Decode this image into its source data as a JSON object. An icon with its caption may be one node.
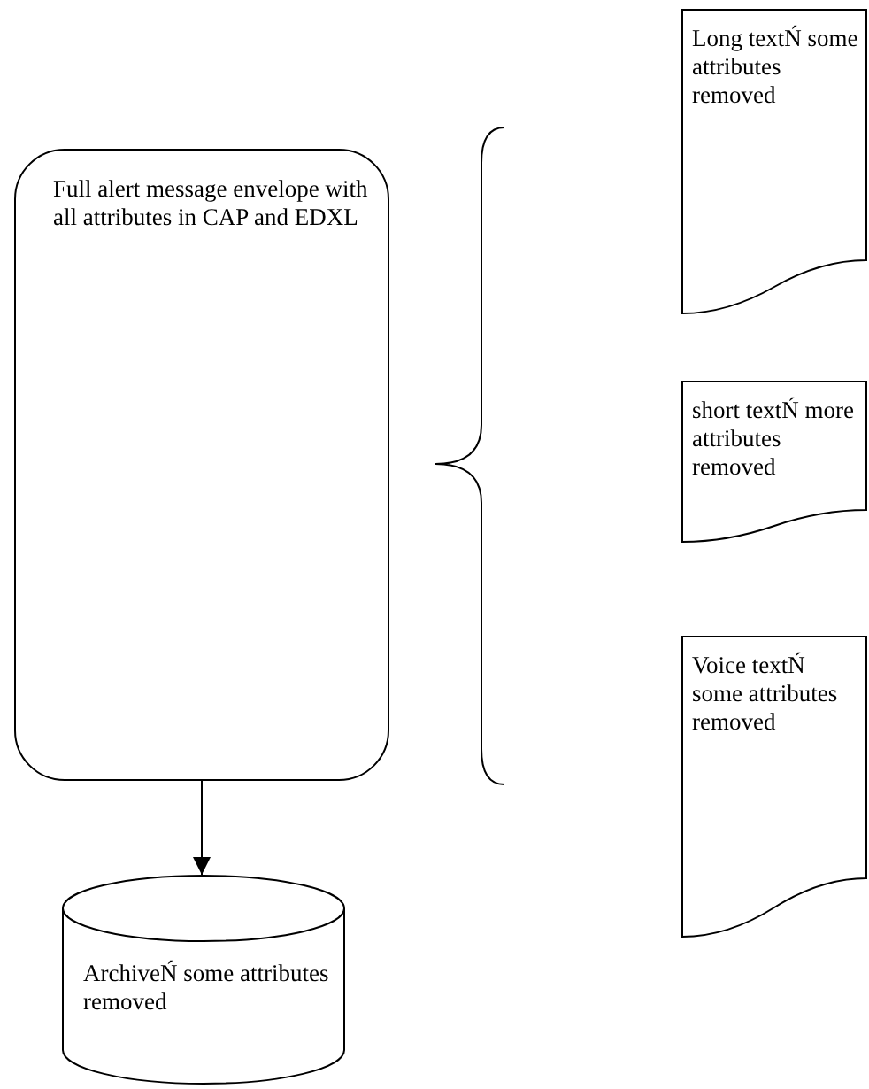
{
  "diagram": {
    "nodes": [
      {
        "text": [
          "Full alert message envelope with all attributes in CAP and EDXL"
        ]
      },
      {
        "text": [
          "Long textŃ some attributes removed"
        ]
      },
      {
        "text": [
          "short textŃ more attributes removed"
        ]
      },
      {
        "text": [
          "Voice textŃ some attributes removed"
        ]
      },
      {
        "text": [
          "ArchiveŃ some attributes removed"
        ]
      }
    ],
    "edges": [
      {
        "from": 0,
        "to": 4,
        "arrow": "to"
      }
    ]
  }
}
